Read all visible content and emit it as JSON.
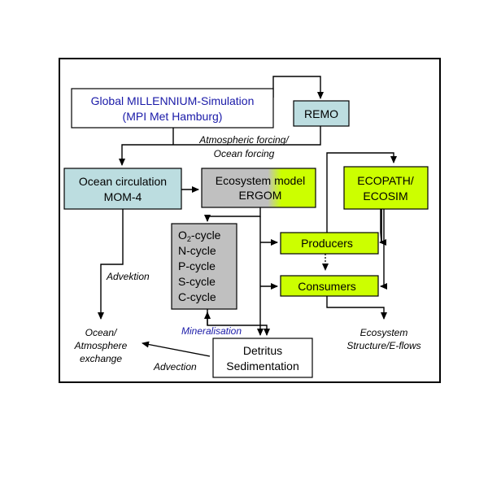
{
  "colors": {
    "cyan_box": "#bcdde0",
    "green_box": "#ccff00",
    "gray_box": "#c0c0c0",
    "global_text": "#1a1aa8",
    "mineralisation_text": "#1a1aa8"
  },
  "nodes": {
    "global": {
      "line1": "Global MILLENNIUM-Simulation",
      "line2": "(MPI Met Hamburg)"
    },
    "remo": {
      "label": "REMO"
    },
    "ocean": {
      "line1": "Ocean circulation",
      "line2": "MOM-4"
    },
    "ecosystem": {
      "line1": "Ecosystem model",
      "line2": "ERGOM"
    },
    "ecopath": {
      "line1": "ECOPATH/",
      "line2": "ECOSIM"
    },
    "cycles": {
      "o2_prefix": "O",
      "o2_sub": "2",
      "o2_suffix": "-cycle",
      "n": "N-cycle",
      "p": "P-cycle",
      "s": "S-cycle",
      "c": "C-cycle"
    },
    "producers": {
      "label": "Producers"
    },
    "consumers": {
      "label": "Consumers"
    },
    "detritus": {
      "line1": "Detritus",
      "line2": "Sedimentation"
    }
  },
  "labels": {
    "forcing_1": "Atmospheric forcing/",
    "forcing_2": "Ocean forcing",
    "advektion": "Advektion",
    "mineralisation": "Mineralisation",
    "advection": "Advection",
    "ocean_atm_1": "Ocean/",
    "ocean_atm_2": "Atmosphere",
    "ocean_atm_3": "exchange",
    "ecosystem_out_1": "Ecosystem",
    "ecosystem_out_2": "Structure/E-flows"
  }
}
